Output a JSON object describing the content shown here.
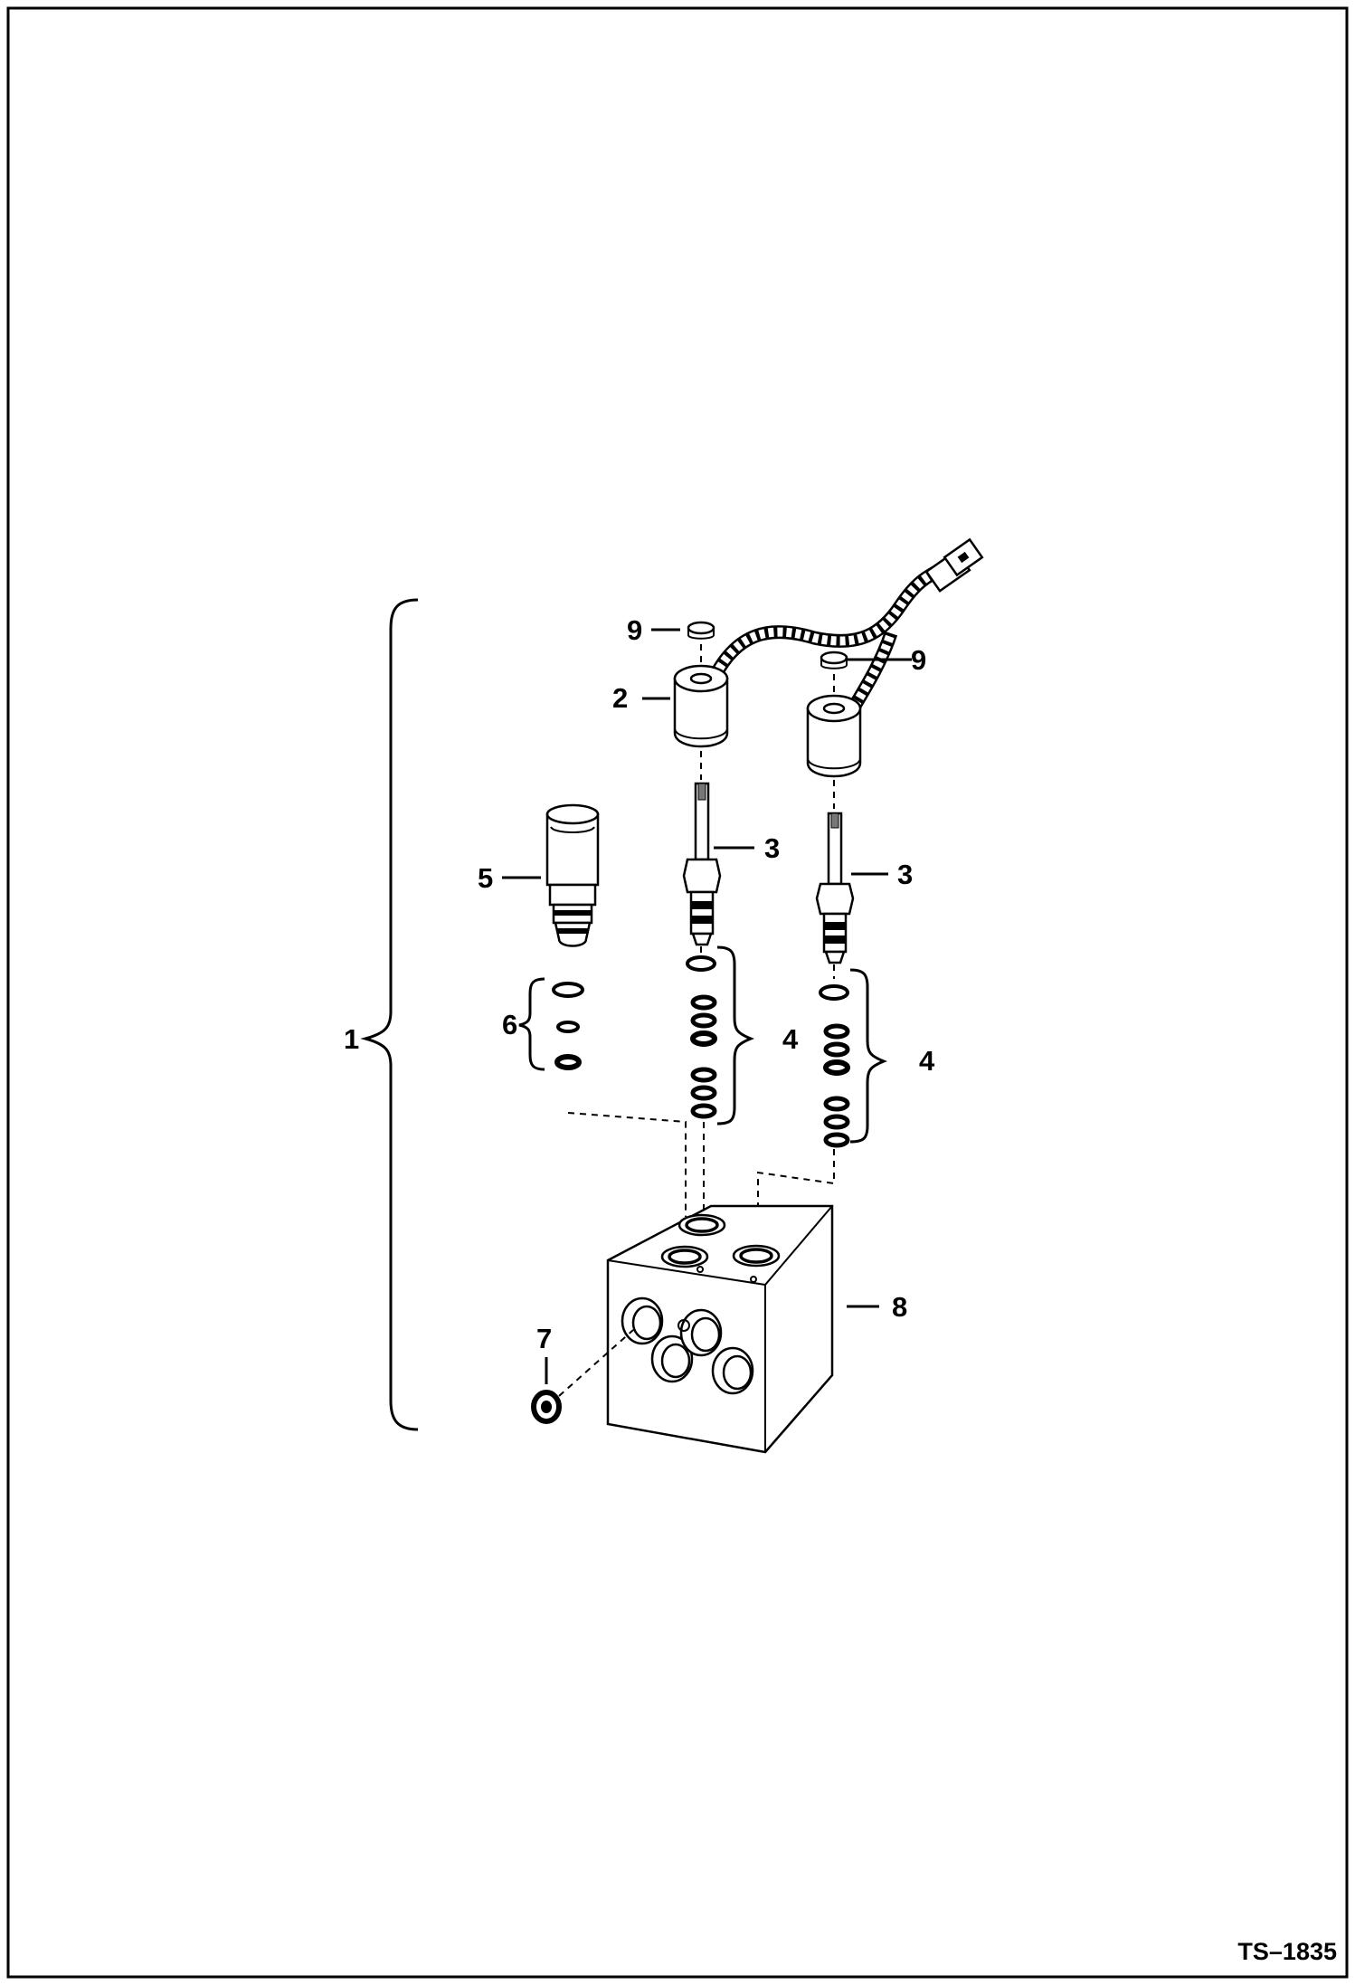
{
  "diagram": {
    "drawing_code": "TS–1835",
    "callouts": [
      {
        "id": "assembly",
        "text": "1"
      },
      {
        "id": "solenoid-coil",
        "text": "2"
      },
      {
        "id": "cartridge-valve-left",
        "text": "3"
      },
      {
        "id": "cartridge-valve-right",
        "text": "3"
      },
      {
        "id": "seal-kit-left",
        "text": "4"
      },
      {
        "id": "seal-kit-right",
        "text": "4"
      },
      {
        "id": "relief-cartridge",
        "text": "5"
      },
      {
        "id": "seal-kit-relief",
        "text": "6"
      },
      {
        "id": "plug",
        "text": "7"
      },
      {
        "id": "valve-block",
        "text": "8"
      },
      {
        "id": "nut-left",
        "text": "9"
      },
      {
        "id": "nut-right",
        "text": "9"
      }
    ]
  }
}
